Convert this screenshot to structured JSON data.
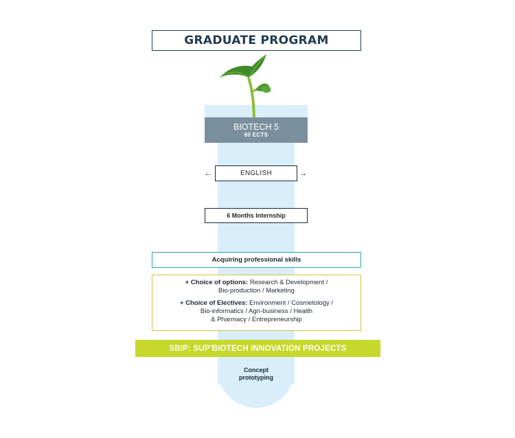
{
  "title": "GRADUATE PROGRAM",
  "program": {
    "name": "BIOTECH 5",
    "credits": "60 ECTS"
  },
  "language": {
    "label": "ENGLISH",
    "arrow_left": "←",
    "arrow_right": "→"
  },
  "internship": "6 Months Internship",
  "skills": "Acquiring professional skills",
  "options": {
    "lead": "+ Choice of options:",
    "line1": " Research & Development /",
    "line2": "Bio-production / Marketing"
  },
  "electives": {
    "lead": "+ Choice of Electives:",
    "line1": " Environment / Cosmetology /",
    "line2": "Bio-informatics / Agri-business / Health",
    "line3": "& Pharmacy / Entrepreneurship"
  },
  "sbip": "SBIP: SUP'BIOTECH INNOVATION PROJECTS",
  "concept": {
    "line1": "Concept",
    "line2": "prototyping"
  },
  "colors": {
    "navy": "#1f3a52",
    "tube": "#d9eef9",
    "biotech_bg": "#7a8f9e",
    "skills_border": "#2aa0c4",
    "options_border": "#d4c23a",
    "sbip_bg": "#c5d82b"
  },
  "icons": {
    "plant": "seedling-icon"
  }
}
